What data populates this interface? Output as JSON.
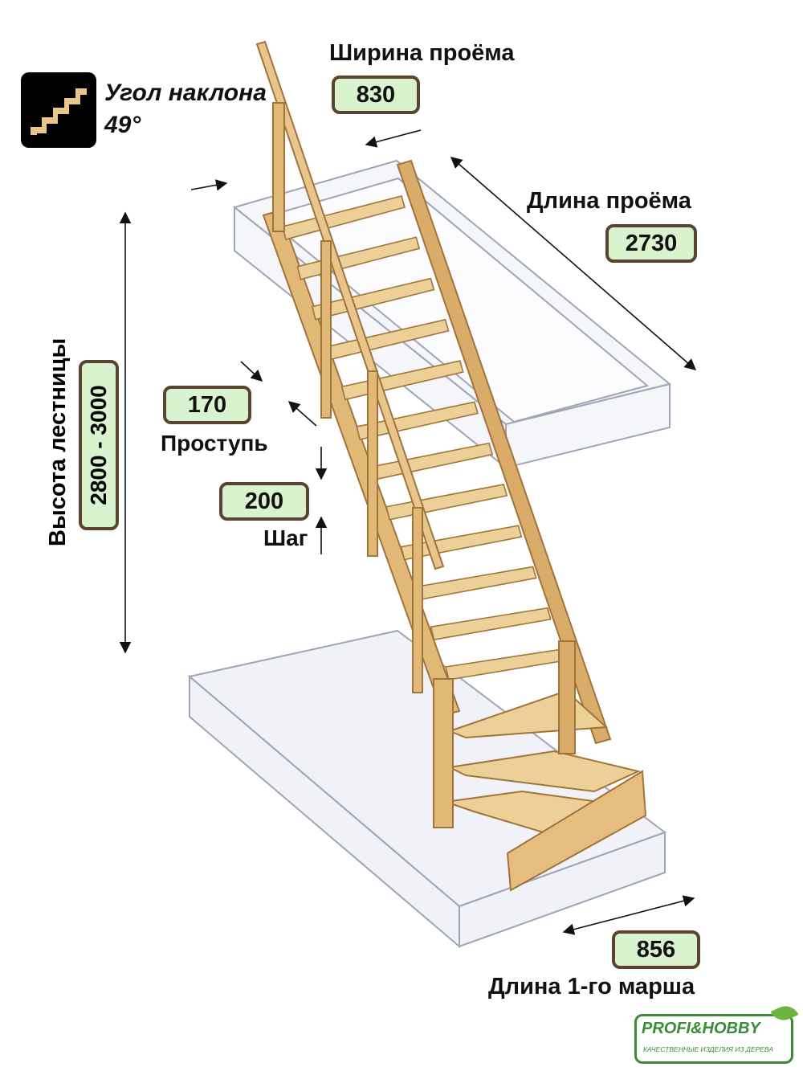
{
  "angle": {
    "label": "Угол наклона",
    "value": "49°"
  },
  "opening_width": {
    "label": "Ширина проёма",
    "value": "830"
  },
  "opening_length": {
    "label": "Длина проёма",
    "value": "2730"
  },
  "stair_height": {
    "label": "Высота лестницы",
    "value": "2800 - 3000"
  },
  "tread": {
    "label": "Проступь",
    "value": "170"
  },
  "step": {
    "label": "Шаг",
    "value": "200"
  },
  "first_flight": {
    "label": "Длина 1-го марша",
    "value": "856"
  },
  "logo": {
    "brand": "PROFI&HOBBY",
    "tagline": "КАЧЕСТВЕННЫЕ ИЗДЕЛИЯ ИЗ ДЕРЕВА"
  },
  "colors": {
    "wood": "#e8c58a",
    "wood_dark": "#c99b55",
    "value_box": "#d9f3cf",
    "box_border": "#5a4330",
    "brand": "#3b8a36"
  }
}
